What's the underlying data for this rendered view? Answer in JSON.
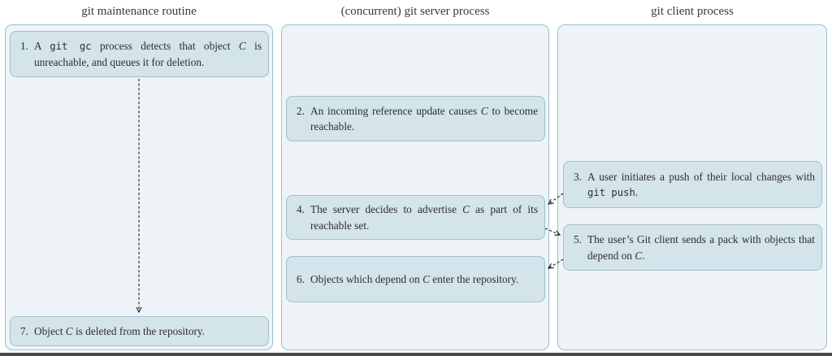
{
  "colors": {
    "page_bg": "#ffffff",
    "container_fill": "#edf3f7",
    "container_border": "#98c1d5",
    "box_fill": "#d3e4ea",
    "box_border": "#a6bec9",
    "text": "#2e2e2e",
    "title_text": "#3a3a3a",
    "arrow": "#1a1a1a",
    "bottom_strip": "#4b4b4b"
  },
  "diagram": {
    "columns": [
      {
        "title": "git maintenance routine"
      },
      {
        "title": "(concurrent) git server process"
      },
      {
        "title": "git client process"
      }
    ],
    "steps": [
      {
        "num": "1.",
        "column": "git maintenance routine",
        "runs": [
          {
            "t": "A "
          },
          {
            "t": "git gc",
            "s": "mono"
          },
          {
            "t": " process detects that object "
          },
          {
            "t": "C",
            "s": "math"
          },
          {
            "t": " is unreachable, and queues it for deletion."
          }
        ]
      },
      {
        "num": "2.",
        "column": "(concurrent) git server process",
        "runs": [
          {
            "t": "An incoming reference update causes "
          },
          {
            "t": "C",
            "s": "math"
          },
          {
            "t": " to become reachable."
          }
        ]
      },
      {
        "num": "3.",
        "column": "git client process",
        "runs": [
          {
            "t": "A user initiates a push of their local changes with "
          },
          {
            "t": "git push",
            "s": "mono"
          },
          {
            "t": "."
          }
        ]
      },
      {
        "num": "4.",
        "column": "(concurrent) git server process",
        "runs": [
          {
            "t": "The server decides to advertise "
          },
          {
            "t": "C",
            "s": "math"
          },
          {
            "t": " as part of its reachable set."
          }
        ]
      },
      {
        "num": "5.",
        "column": "git client process",
        "runs": [
          {
            "t": "The user’s Git client sends a pack with objects that depend on "
          },
          {
            "t": "C",
            "s": "math"
          },
          {
            "t": "."
          }
        ]
      },
      {
        "num": "6.",
        "column": "(concurrent) git server process",
        "runs": [
          {
            "t": "Objects which depend on "
          },
          {
            "t": "C",
            "s": "math"
          },
          {
            "t": " enter the repository."
          }
        ]
      },
      {
        "num": "7.",
        "column": "git maintenance routine",
        "runs": [
          {
            "t": "Object "
          },
          {
            "t": "C",
            "s": "math"
          },
          {
            "t": " is deleted from the repository."
          }
        ]
      }
    ],
    "arrows": [
      {
        "from": "step-1",
        "to": "step-7",
        "style": "dashed"
      },
      {
        "from": "step-3",
        "to": "step-4",
        "style": "dashed"
      },
      {
        "from": "step-4",
        "to": "step-5",
        "style": "dashed"
      },
      {
        "from": "step-5",
        "to": "step-6",
        "style": "dashed"
      }
    ]
  }
}
